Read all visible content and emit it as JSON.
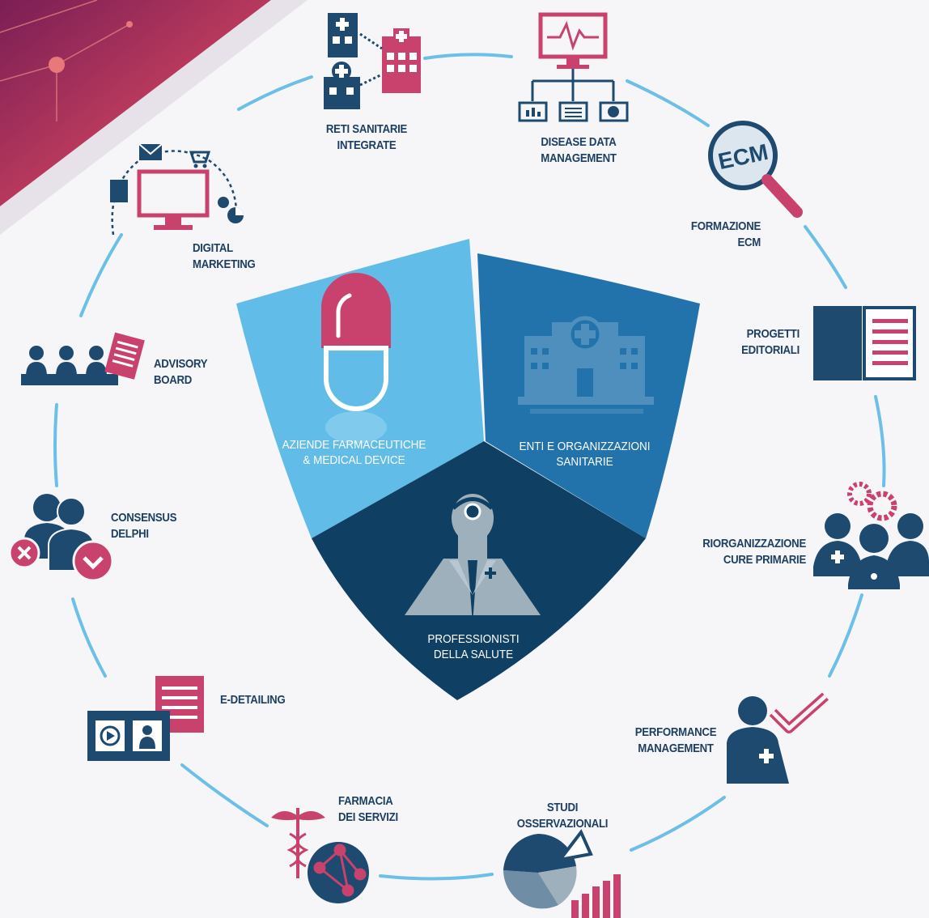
{
  "colors": {
    "navy": "#1d4a6e",
    "dark_navy": "#0f4064",
    "light_blue": "#62bce8",
    "mid_blue": "#2273ab",
    "pink": "#c9426d",
    "ring": "#6cc0e8",
    "gray_icon": "#9fb0bd"
  },
  "center": {
    "left_segment": {
      "line1": "AZIENDE FARMACEUTICHE",
      "line2": "& MEDICAL DEVICE",
      "icon": "capsule-icon"
    },
    "right_segment": {
      "line1": "ENTI E ORGANIZZAZIONI",
      "line2": "SANITARIE",
      "icon": "hospital-icon"
    },
    "bottom_segment": {
      "line1": "PROFESSIONISTI",
      "line2": "DELLA SALUTE",
      "icon": "doctor-icon"
    }
  },
  "services": {
    "reti": {
      "line1": "RETI SANITARIE",
      "line2": "INTEGRATE",
      "icon": "hospital-network-icon"
    },
    "disease": {
      "line1": "DISEASE DATA",
      "line2": "MANAGEMENT",
      "icon": "monitor-data-icon"
    },
    "ecm": {
      "line1": "FORMAZIONE",
      "line2": "ECM",
      "icon": "magnifier-icon",
      "badge": "ECM"
    },
    "progetti": {
      "line1": "PROGETTI",
      "line2": "EDITORIALI",
      "icon": "book-icon"
    },
    "riorganizzazione": {
      "line1": "RIORGANIZZAZIONE",
      "line2": "CURE PRIMARIE",
      "icon": "medical-team-icon"
    },
    "performance": {
      "line1": "PERFORMANCE",
      "line2": "MANAGEMENT",
      "icon": "person-check-icon"
    },
    "studi": {
      "line1": "STUDI",
      "line2": "OSSERVAZIONALI",
      "icon": "pie-chart-icon"
    },
    "farmacia": {
      "line1": "FARMACIA",
      "line2": "DEI SERVIZI",
      "icon": "caduceus-network-icon"
    },
    "edetailing": {
      "line1": "E-DETAILING",
      "icon": "video-icon"
    },
    "consensus": {
      "line1": "CONSENSUS",
      "line2": "DELPHI",
      "icon": "people-vote-icon"
    },
    "advisory": {
      "line1": "ADVISORY",
      "line2": "BOARD",
      "icon": "board-icon"
    },
    "digital": {
      "line1": "DIGITAL",
      "line2": "MARKETING",
      "icon": "digital-monitor-icon"
    }
  }
}
